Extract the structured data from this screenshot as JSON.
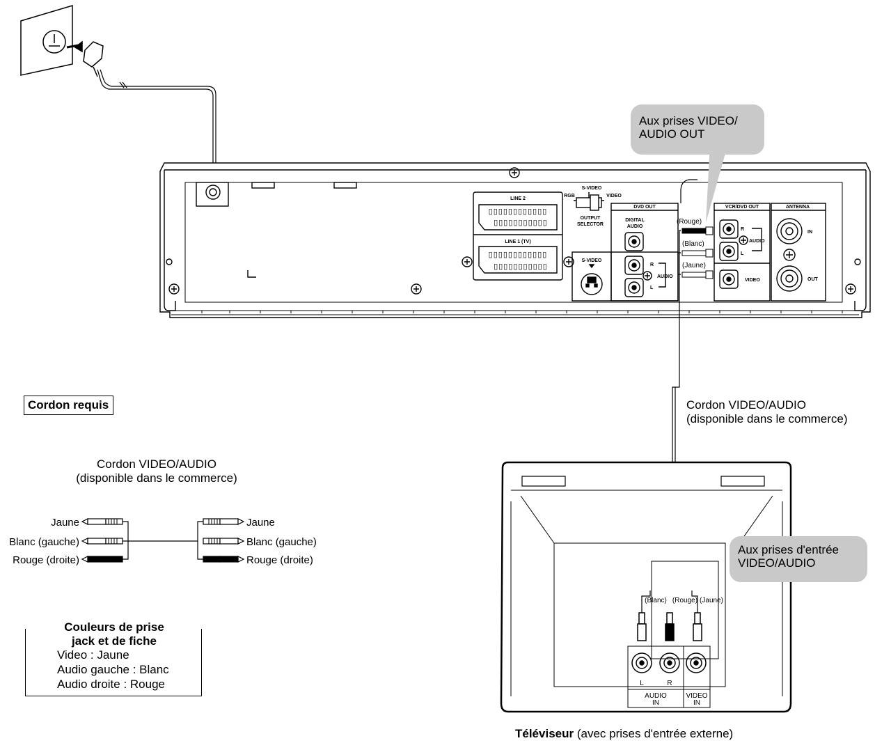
{
  "callouts": {
    "vcr_out": [
      "Aux prises VIDEO/",
      "AUDIO OUT"
    ],
    "tv_in": [
      "Aux prises d'entrée",
      "VIDEO/AUDIO"
    ]
  },
  "required_cord": {
    "heading": "Cordon requis",
    "name": "Cordon VIDEO/AUDIO",
    "availability": "(disponible dans le commerce)",
    "plugs_left": [
      "Jaune",
      "Blanc (gauche)",
      "Rouge (droite)"
    ],
    "plugs_right": [
      "Jaune",
      "Blanc (gauche)",
      "Rouge (droite)"
    ]
  },
  "cable_label": {
    "name": "Cordon VIDEO/AUDIO",
    "availability": "(disponible dans le commerce)"
  },
  "legend": {
    "title_line1": "Couleurs de prise",
    "title_line2": "jack et de fiche",
    "lines": [
      "Video : Jaune",
      "Audio gauche : Blanc",
      "Audio droite : Rouge"
    ]
  },
  "tv_caption": {
    "bold": "Téléviseur",
    "rest": " (avec prises d'entrée externe)"
  },
  "panel_labels": {
    "line2": "LINE 2",
    "line1": "LINE 1 (TV)",
    "rgb": "RGB",
    "svideo_top": "S-VIDEO",
    "video_switch": "VIDEO",
    "output": "OUTPUT",
    "selector": "SELECTOR",
    "dvd_out": "DVD OUT",
    "digital": "DIGITAL",
    "audio": "AUDIO",
    "svideo": "S-VIDEO",
    "r": "R",
    "l": "L",
    "vcr_dvd_out": "VCR/DVD OUT",
    "antenna": "ANTENNA",
    "in": "IN",
    "out": "OUT",
    "video": "VIDEO",
    "rouge": "(Rouge)",
    "blanc": "(Blanc)",
    "jaune": "(Jaune)"
  },
  "tv_labels": {
    "blanc": "(Blanc)",
    "rouge": "(Rouge)",
    "jaune": "(Jaune)",
    "l": "L",
    "r": "R",
    "audio": "AUDIO",
    "audio_in": "IN",
    "video": "VIDEO",
    "video_in": "IN"
  },
  "colors": {
    "callout_bg": "#c9c9c9",
    "ink": "#000000",
    "panel_fill": "#ffffff"
  }
}
